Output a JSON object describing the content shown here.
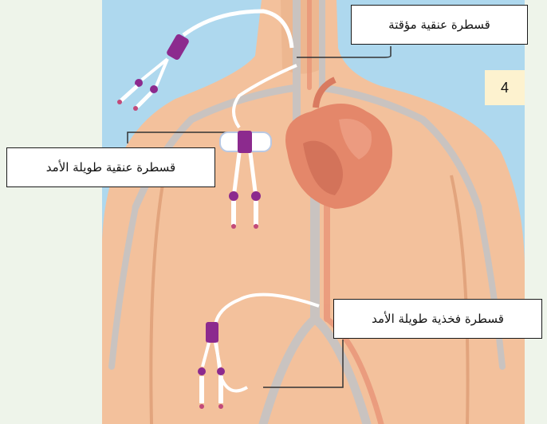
{
  "labels": {
    "temporary_neck": "قسطرة عنقية مؤقتة",
    "longterm_neck": "قسطرة عنقية طويلة الأمد",
    "longterm_thigh": "قسطرة فخذية طويلة الأمد"
  },
  "slide_number": "4",
  "colors": {
    "background": "#aed8ee",
    "skin": "#f3c19c",
    "skin_shadow": "#e8ae86",
    "vein": "#c9c3c0",
    "heart": "#e4876a",
    "catheter_hub": "#8c2a8e",
    "catheter_tube": "#ffffff",
    "page": "#eef4ea",
    "number_bg": "#fdf2cf"
  },
  "icons": [
    "heart-icon",
    "catheter-icon"
  ]
}
